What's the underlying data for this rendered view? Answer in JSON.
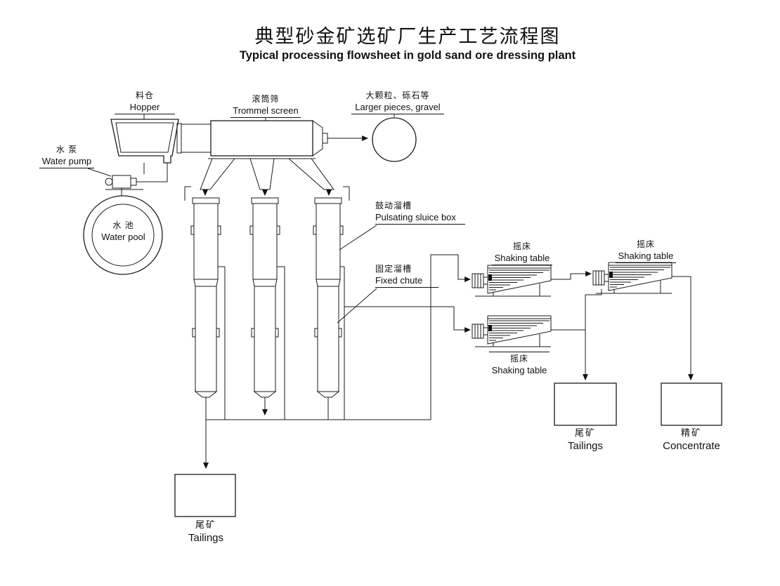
{
  "title": {
    "zh": "典型砂金矿选矿厂生产工艺流程图",
    "en": "Typical processing flowsheet in gold sand ore dressing plant"
  },
  "labels": {
    "hopper": {
      "zh": "料仓",
      "en": "Hopper"
    },
    "water_pump": {
      "zh": "水 泵",
      "en": "Water pump"
    },
    "water_pool": {
      "zh": "水 池",
      "en": "Water pool"
    },
    "trommel_screen": {
      "zh": "滚筒筛",
      "en": "Trommel screen"
    },
    "gravel": {
      "zh": "大颗粒、砾石等",
      "en": "Larger pieces, gravel"
    },
    "pulsating_sluice": {
      "zh": "鼓动溜槽",
      "en": "Pulsating sluice box"
    },
    "fixed_chute": {
      "zh": "固定溜槽",
      "en": "Fixed chute"
    },
    "shaking_table": {
      "zh": "摇床",
      "en": "Shaking table"
    },
    "tailings": {
      "zh": "尾矿",
      "en": "Tailings"
    },
    "concentrate": {
      "zh": "精矿",
      "en": "Concentrate"
    }
  },
  "colors": {
    "line": "#1a1a1a",
    "background": "#ffffff"
  }
}
